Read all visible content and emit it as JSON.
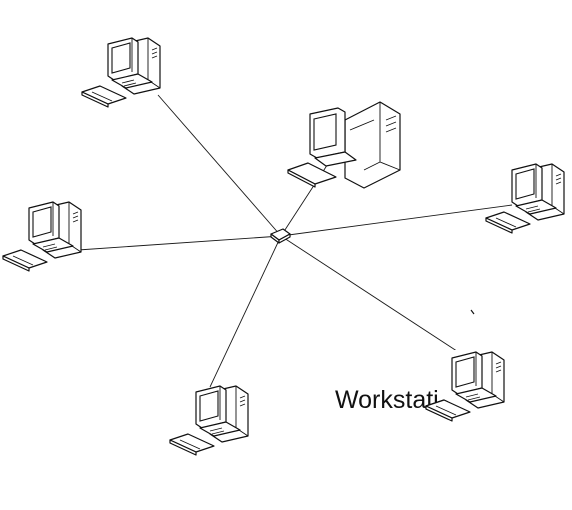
{
  "labels": {
    "workstation": "Workstati"
  },
  "colors": {
    "stroke": "#111111",
    "background": "#ffffff"
  },
  "nodes": [
    {
      "id": "hub",
      "type": "hub"
    },
    {
      "id": "server",
      "type": "server"
    },
    {
      "id": "workstation-top-left",
      "type": "workstation"
    },
    {
      "id": "workstation-left",
      "type": "workstation"
    },
    {
      "id": "workstation-right",
      "type": "workstation"
    },
    {
      "id": "workstation-bottom-left",
      "type": "workstation"
    },
    {
      "id": "workstation-bottom-right",
      "type": "workstation"
    }
  ],
  "links": [
    {
      "from": "hub",
      "to": "server"
    },
    {
      "from": "hub",
      "to": "workstation-top-left"
    },
    {
      "from": "hub",
      "to": "workstation-left"
    },
    {
      "from": "hub",
      "to": "workstation-right"
    },
    {
      "from": "hub",
      "to": "workstation-bottom-left"
    },
    {
      "from": "hub",
      "to": "workstation-bottom-right"
    }
  ]
}
